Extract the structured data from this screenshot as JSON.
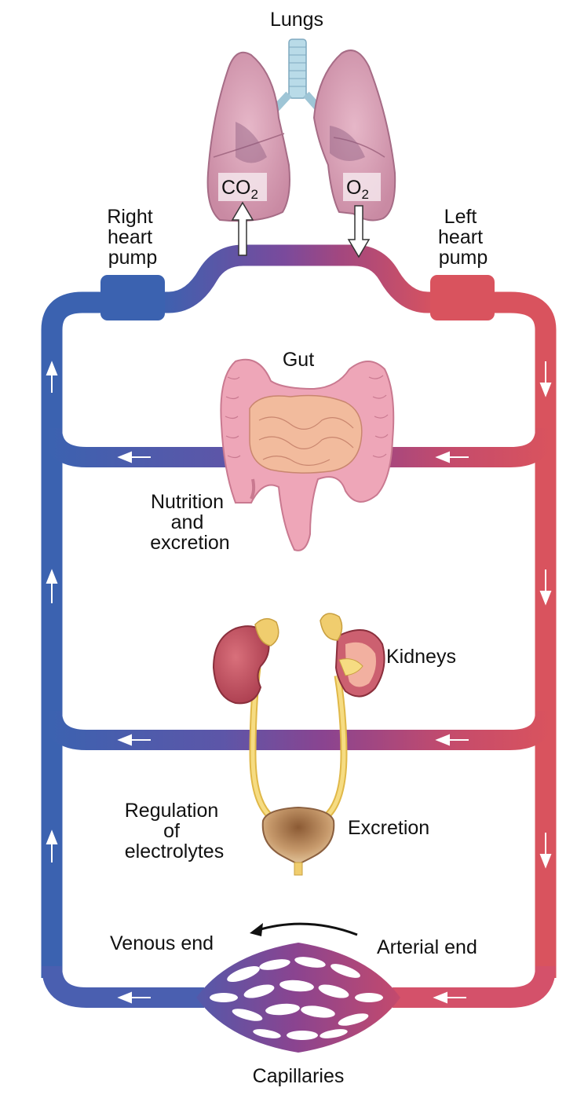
{
  "labels": {
    "lungs": "Lungs",
    "co2": "CO",
    "co2_sub": "2",
    "o2": "O",
    "o2_sub": "2",
    "right_heart": [
      "Right",
      "heart",
      "pump"
    ],
    "left_heart": [
      "Left",
      "heart",
      "pump"
    ],
    "gut": "Gut",
    "nutrition": [
      "Nutrition",
      "and",
      "excretion"
    ],
    "kidneys": "Kidneys",
    "regulation": [
      "Regulation",
      "of",
      "electrolytes"
    ],
    "excretion": "Excretion",
    "venous_end": "Venous end",
    "arterial_end": "Arterial end",
    "capillaries": "Capillaries"
  },
  "colors": {
    "venous": "#3b62b0",
    "arterial": "#d9535e",
    "mixed": "#8a4490",
    "lung": "#d9a0b4",
    "gut": "#eea6b8",
    "kidney": "#c0495a",
    "adrenal": "#f0cd6e",
    "ureter": "#f4d574",
    "bladder": "#c9a07a"
  }
}
